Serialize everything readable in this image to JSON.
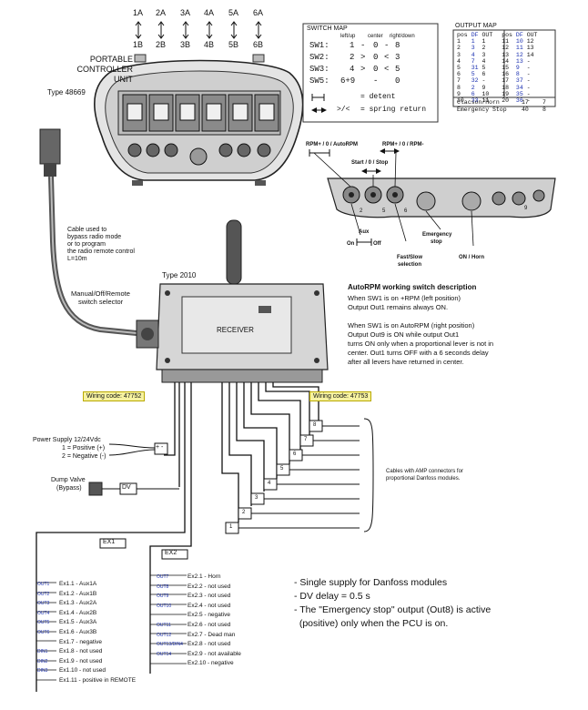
{
  "switch_cols": [
    {
      "top": "1A",
      "bottom": "1B"
    },
    {
      "top": "2A",
      "bottom": "2B"
    },
    {
      "top": "3A",
      "bottom": "3B"
    },
    {
      "top": "4A",
      "bottom": "4B"
    },
    {
      "top": "5A",
      "bottom": "5B"
    },
    {
      "top": "6A",
      "bottom": "6B"
    }
  ],
  "pcu": {
    "title_1": "PORTABLE",
    "title_2": "CONTROLLER",
    "title_3": "UNIT",
    "type": "Type 48669"
  },
  "switch_map": {
    "title": "SWITCH MAP",
    "headers": {
      "c1": "left/up",
      "c2": "center",
      "c3": "right/down"
    },
    "rows": [
      {
        "name": "SW1:",
        "left": "1",
        "sep1": "-",
        "center": "0",
        "sep2": "-",
        "right": "8"
      },
      {
        "name": "SW2:",
        "left": "2",
        "sep1": ">",
        "center": "0",
        "sep2": "<",
        "right": "3"
      },
      {
        "name": "SW3:",
        "left": "4",
        "sep1": ">",
        "center": "0",
        "sep2": "<",
        "right": "5"
      },
      {
        "name": "SW5:",
        "left": "6+9",
        "sep1": "",
        "center": "-",
        "sep2": "",
        "right": "0"
      }
    ],
    "legend_detent": "=  detent",
    "legend_spring_sym": ">/<",
    "legend_spring": "=  spring return"
  },
  "output_map": {
    "title": "OUTPUT MAP",
    "headers": [
      "pos",
      "DF",
      "OUT",
      "pos",
      "DF",
      "OUT"
    ],
    "rows": [
      [
        "1",
        "1",
        "1",
        "11",
        "10",
        "12"
      ],
      [
        "2",
        "3",
        "2",
        "12",
        "11",
        "13"
      ],
      [
        "3",
        "4",
        "3",
        "13",
        "12",
        "14"
      ],
      [
        "4",
        "7",
        "4",
        "14",
        "13",
        "-"
      ],
      [
        "5",
        "31",
        "5",
        "15",
        "9",
        "-"
      ],
      [
        "6",
        "5",
        "6",
        "16",
        "8",
        "-"
      ],
      [
        "7",
        "32",
        "-",
        "17",
        "37",
        "-"
      ],
      [
        "8",
        "2",
        "9",
        "18",
        "34",
        "-"
      ],
      [
        "9",
        "6",
        "10",
        "19",
        "35",
        "-"
      ],
      [
        "10",
        "33",
        "11",
        "20",
        "36",
        "-"
      ]
    ],
    "footer": [
      {
        "name": "Clacson/Horn",
        "a": "17",
        "b": "7"
      },
      {
        "name": "Emergency Stop",
        "a": "40",
        "b": "8"
      }
    ]
  },
  "front_panel": {
    "rpm_left": "RPM+ / 0 / AutoRPM",
    "rpm_right": "RPM+ / 0 / RPM-",
    "start_stop": "Start / 0 / Stop",
    "aux": "Aux",
    "aux_on": "On",
    "aux_off": "Off",
    "emergency": "Emergency",
    "emergency_2": "stop",
    "fast_slow": "Fast/Slow",
    "fast_slow_2": "selection",
    "on_horn": "ON / Horn",
    "num_2": "2",
    "num_5": "5",
    "num_6": "6",
    "num_9": "9"
  },
  "cable_note": [
    "Cable  used to",
    "bypass radio mode",
    "or to program",
    "the radio remote control",
    "L=10m"
  ],
  "selector_label_1": "Manual/Off/Remote",
  "selector_label_2": "switch selector",
  "receiver": {
    "type": "Type 2010",
    "label": "RECEIVER"
  },
  "autorpm": {
    "title": "AutoRPM working switch description",
    "lines": [
      "When SW1 is on +RPM (left position)",
      "Output Out1 remains always ON.",
      "",
      "When SW1 is on AutoRPM (right position)",
      "Output Out9 is ON while output Out1",
      "turns ON only when a proportional lever is not in",
      "center. Out1 turns OFF with a 6 seconds delay",
      "after all levers have returned in center."
    ]
  },
  "wiring_left": "Wiring code: 47752",
  "wiring_right": "Wiring code: 47753",
  "power": {
    "title": "Power Supply 12/24Vdc",
    "pos": "1 = Positive (+)",
    "neg": "2 = Negative (-)",
    "plug": "+ -"
  },
  "dump": {
    "title": "Dump Valve",
    "sub": "(Bypass)",
    "plug": "DV"
  },
  "amp_note": [
    "Cables with AMP connectors for",
    "proportional Danfoss modules."
  ],
  "amp_numbers": [
    "8",
    "7",
    "6",
    "5",
    "4",
    "3",
    "2",
    "1"
  ],
  "ex1": {
    "label": "EX1",
    "rows": [
      {
        "tag": "OUT1",
        "text": "Ex1.1 - Aux1A"
      },
      {
        "tag": "OUT2",
        "text": "Ex1.2 - Aux1B"
      },
      {
        "tag": "OUT3",
        "text": "Ex1.3 - Aux2A"
      },
      {
        "tag": "OUT4",
        "text": "Ex1.4 - Aux2B"
      },
      {
        "tag": "OUT5",
        "text": "Ex1.5 - Aux3A"
      },
      {
        "tag": "OUT6",
        "text": "Ex1.6 - Aux3B"
      },
      {
        "tag": "",
        "text": "Ex1.7 - negative"
      },
      {
        "tag": "DIN1",
        "text": "Ex1.8 - not used"
      },
      {
        "tag": "DIN2",
        "text": "Ex1.9 - not used"
      },
      {
        "tag": "DIN3",
        "text": "Ex1.10 - not used"
      },
      {
        "tag": "",
        "text": "Ex1.11 - positive in REMOTE"
      }
    ]
  },
  "ex2": {
    "label": "EX2",
    "rows": [
      {
        "tag": "OUT7",
        "text": "Ex2.1 - Horn"
      },
      {
        "tag": "OUT8",
        "text": "Ex2.2 - not used"
      },
      {
        "tag": "OUT9",
        "text": "Ex2.3 - not used"
      },
      {
        "tag": "OUT10",
        "text": "Ex2.4 - not used"
      },
      {
        "tag": "",
        "text": "Ex2.5 - negative"
      },
      {
        "tag": "OUT11",
        "text": "Ex2.6 - not used"
      },
      {
        "tag": "OUT12",
        "text": "Ex2.7 - Dead man"
      },
      {
        "tag": "OUT13/DIN4",
        "text": "Ex2.8 - not used"
      },
      {
        "tag": "OUT14",
        "text": "Ex2.9 - not available"
      },
      {
        "tag": "",
        "text": "Ex2.10 - negative"
      }
    ]
  },
  "notes": [
    "- Single supply for Danfoss modules",
    "- DV delay = 0.5 s",
    "- The \"Emergency stop\" output (Out8) is active",
    "  (positive) only when the PCU is on."
  ],
  "colors": {
    "wiring_bg": "#f6f2a0",
    "blue_tag": "#1a2fb0",
    "line": "#111111"
  }
}
